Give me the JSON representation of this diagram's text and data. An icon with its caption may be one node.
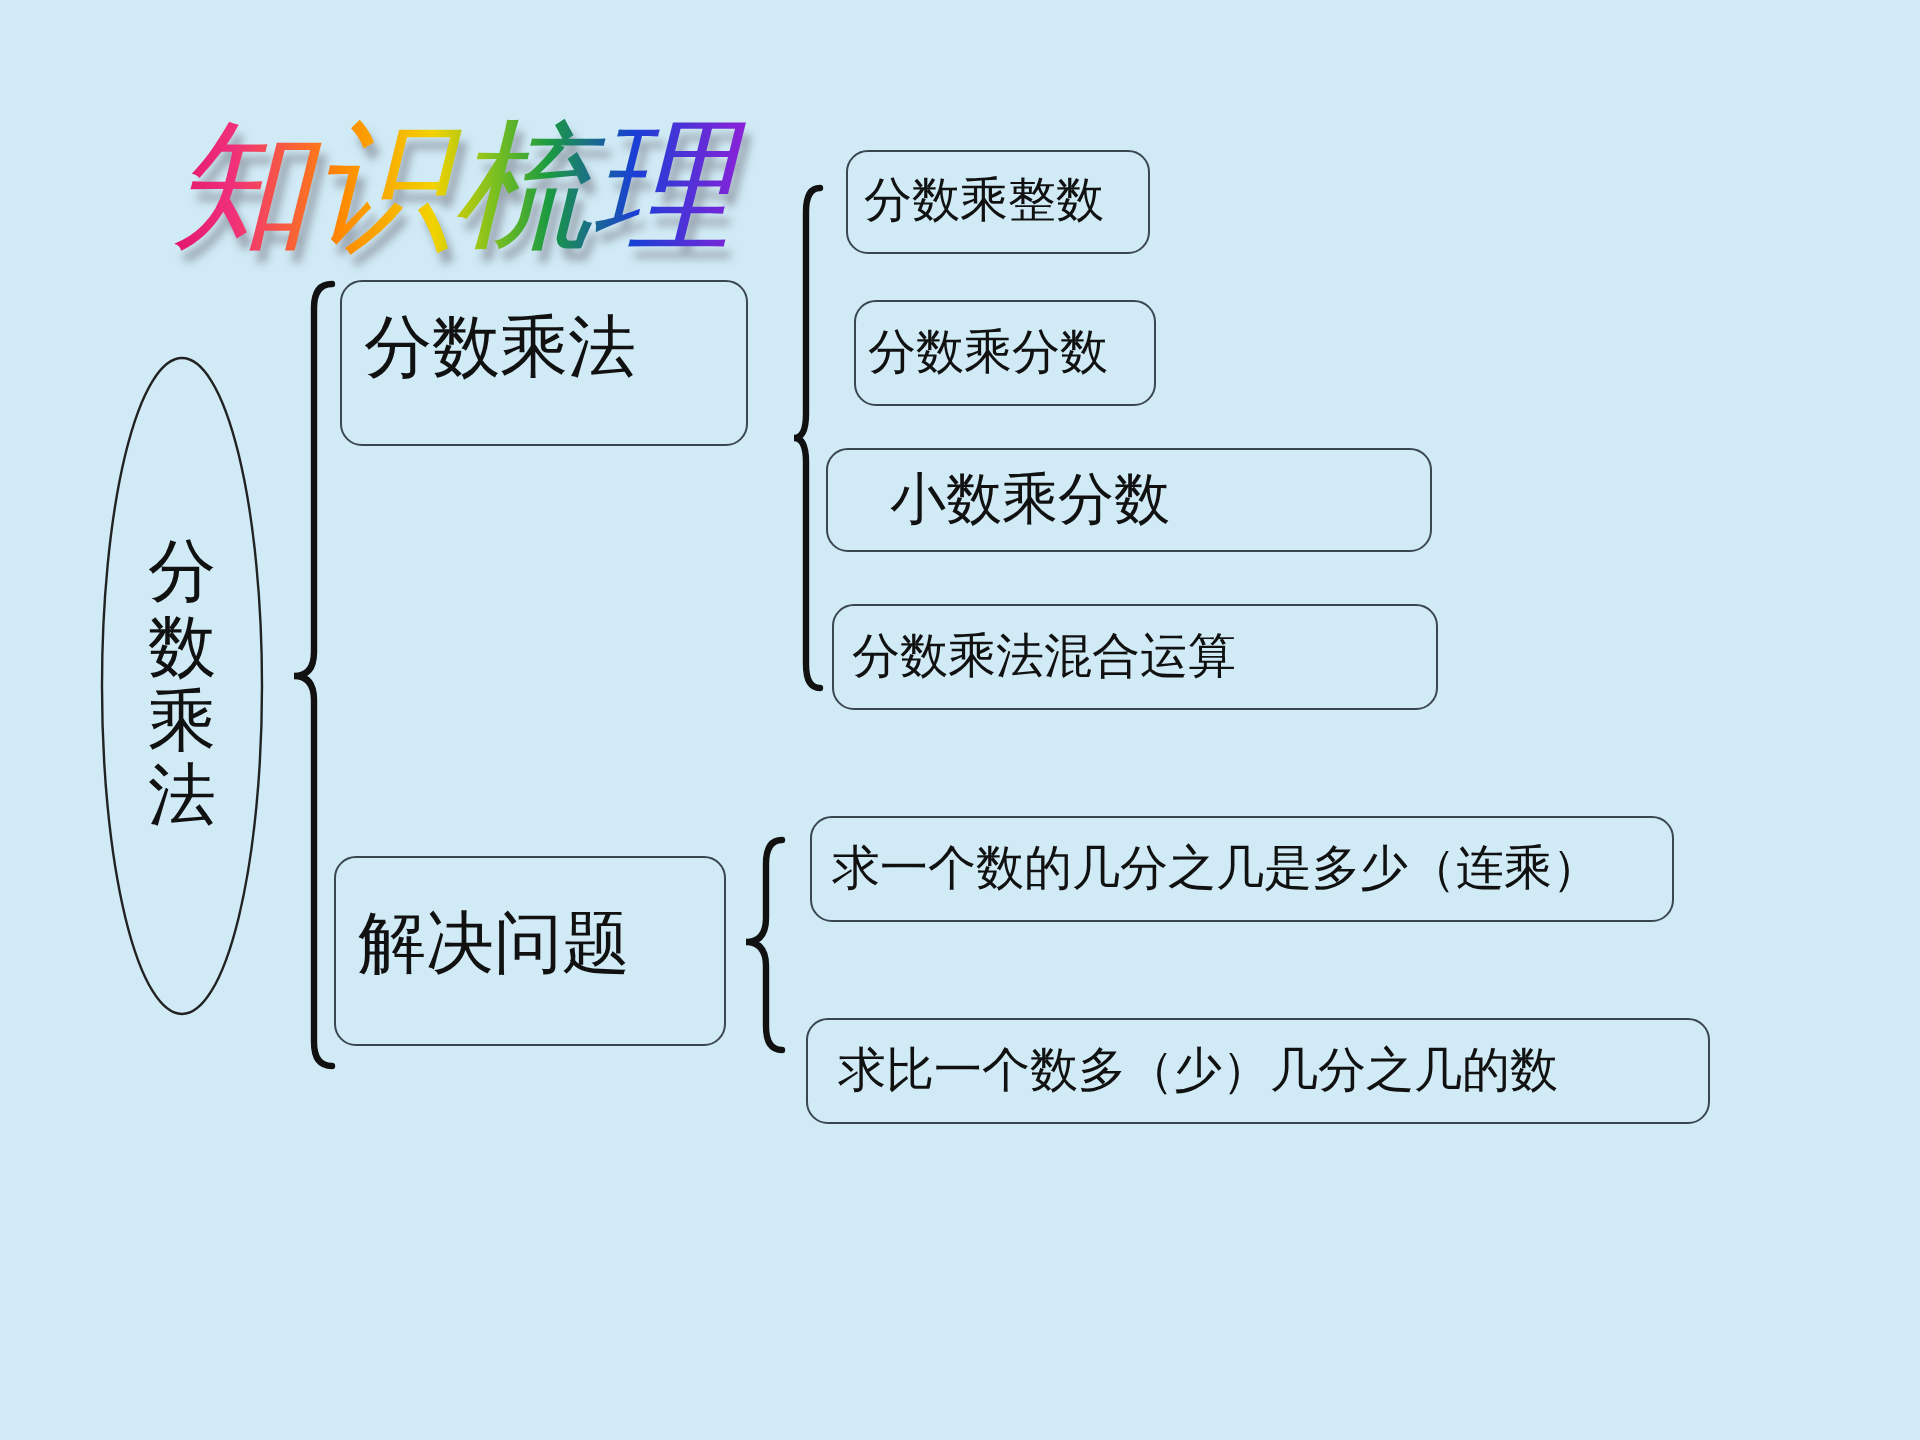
{
  "diagram": {
    "title": "知识梳理",
    "nodes": [
      {
        "text": [
          "分数乘法"
        ]
      },
      {
        "text": [
          "分数乘法"
        ]
      },
      {
        "text": [
          "分数乘整数"
        ]
      },
      {
        "text": [
          "分数乘分数"
        ]
      },
      {
        "text": [
          "小数乘分数"
        ]
      },
      {
        "text": [
          "分数乘法混合运算"
        ]
      },
      {
        "text": [
          "解决问题"
        ]
      },
      {
        "text": [
          "求一个数的几分之几是多少（连乘）"
        ]
      },
      {
        "text": [
          "求比一个数多（少）几分之几的数"
        ]
      }
    ]
  }
}
